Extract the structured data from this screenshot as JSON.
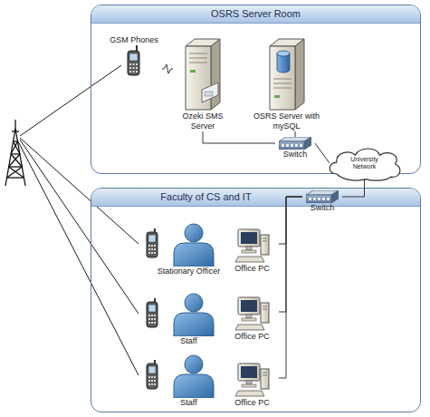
{
  "diagram": {
    "nodes": [
      {
        "text": [
          "OSRS Server Room"
        ]
      },
      {
        "text": [
          "GSM Phones"
        ],
        "in": 0
      },
      {
        "text": [
          "Ozeki SMS Server"
        ],
        "in": 0
      },
      {
        "text": [
          "OSRS Server with mySQL"
        ],
        "in": 0
      },
      {
        "text": [
          "Switch"
        ],
        "in": 0
      },
      {
        "text": [
          "University Network"
        ]
      },
      {
        "text": [
          "Faculty of CS and IT"
        ]
      },
      {
        "text": [
          "Switch"
        ],
        "in": 6
      },
      {
        "text": [
          "Stationary Officer"
        ],
        "in": 6
      },
      {
        "text": [
          "Office PC"
        ],
        "in": 6
      },
      {
        "text": [
          "Staff"
        ],
        "in": 6
      },
      {
        "text": [
          "Office PC"
        ],
        "in": 6
      },
      {
        "text": [
          "Staff"
        ],
        "in": 6
      },
      {
        "text": [
          "Office PC"
        ],
        "in": 6
      }
    ],
    "edges": [
      {
        "from": 1,
        "to": 2,
        "arrow": "none"
      },
      {
        "from": 2,
        "to": 4,
        "arrow": "none"
      },
      {
        "from": 3,
        "to": 4,
        "arrow": "none"
      },
      {
        "from": 4,
        "to": 5,
        "arrow": "none"
      },
      {
        "from": 5,
        "to": 7,
        "arrow": "none"
      },
      {
        "from": 7,
        "to": 9,
        "arrow": "none"
      },
      {
        "from": 7,
        "to": 11,
        "arrow": "none"
      },
      {
        "from": 7,
        "to": 13,
        "arrow": "none"
      }
    ]
  }
}
